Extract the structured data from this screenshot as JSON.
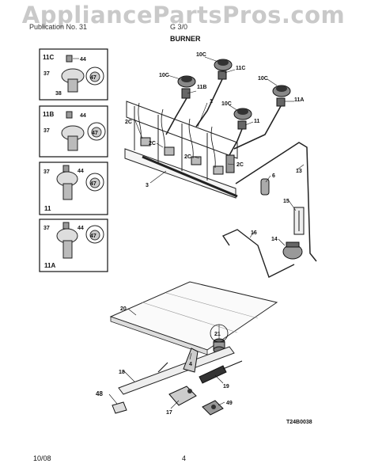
{
  "watermark": "AppliancePartsPros.com",
  "header_left": "Publication No. 31",
  "header_mid": "G 3/0",
  "section_title": "BURNER",
  "diagram_code": "T24B0038",
  "footer": {
    "date": "10/08",
    "page": "4"
  },
  "insets": [
    {
      "id": "11C",
      "parts": [
        "44",
        "37",
        "47",
        "38"
      ]
    },
    {
      "id": "11B",
      "parts": [
        "44",
        "37",
        "47"
      ]
    },
    {
      "id": "11",
      "parts": [
        "37",
        "44",
        "47"
      ]
    },
    {
      "id": "11A",
      "parts": [
        "37",
        "44",
        "47"
      ]
    }
  ],
  "callouts": {
    "p10c_a": "10C",
    "p11c": "11C",
    "p10c_b": "10C",
    "p11b": "11B",
    "p10c_c": "10C",
    "p11a": "11A",
    "p10c_d": "10C",
    "p11": "11",
    "p1": "1",
    "p2c_a": "2C",
    "p2c_b": "2C",
    "p2c_c": "2C",
    "p2c_d": "2C",
    "p3": "3",
    "p6": "6",
    "p13": "13",
    "p15": "15",
    "p14": "14",
    "p16": "16",
    "p20": "20",
    "p21": "21",
    "p18": "18",
    "p19": "19",
    "p4": "4",
    "p48": "48",
    "p17": "17",
    "p49": "49"
  }
}
